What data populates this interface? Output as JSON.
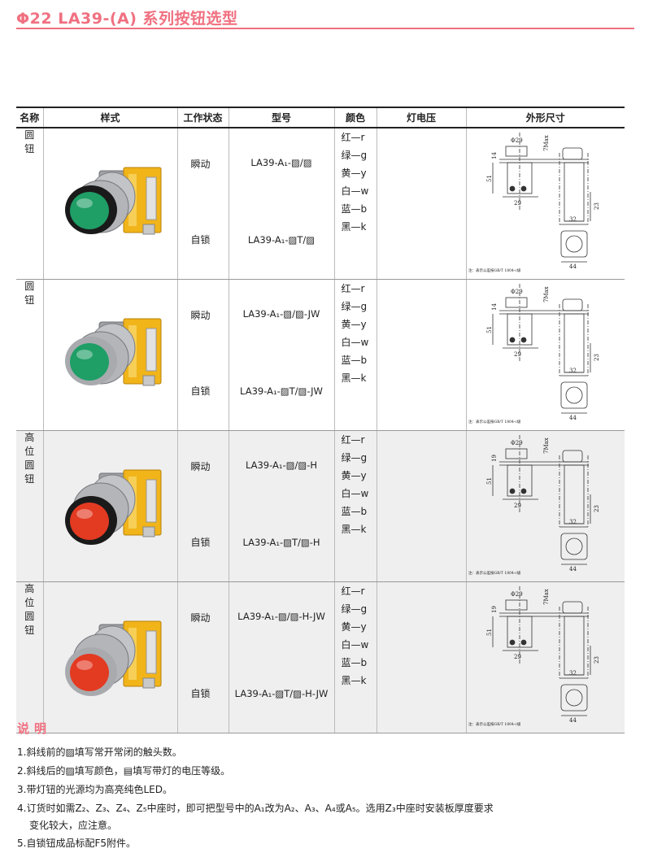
{
  "title": "Φ22 LA39-(A) 系列按钮选型",
  "table": {
    "headers": [
      "名称",
      "样式",
      "工作状态",
      "型号",
      "颜色",
      "灯电压",
      "外形尺寸"
    ],
    "rows": [
      {
        "name": "圆钮",
        "button_color": "#1f9e66",
        "ring": "black",
        "state1": "瞬动",
        "state2": "自锁",
        "model1": "LA39-A₁-▨/▨",
        "model2": "LA39-A₁-▨T/▨",
        "colors": [
          "红—r",
          "绿—g",
          "黄—y",
          "白—w",
          "蓝—b",
          "黑—k"
        ]
      },
      {
        "name": "圆钮",
        "button_color": "#1f9e66",
        "ring": "silver",
        "state1": "瞬动",
        "state2": "自锁",
        "model1": "LA39-A₁-▨/▨-JW",
        "model2": "LA39-A₁-▨T/▨-JW",
        "colors": [
          "红—r",
          "绿—g",
          "黄—y",
          "白—w",
          "蓝—b",
          "黑—k"
        ]
      },
      {
        "name": "高位圆钮",
        "button_color": "#e33a22",
        "ring": "black",
        "state1": "瞬动",
        "state2": "自锁",
        "model1": "LA39-A₁-▨/▨-H",
        "model2": "LA39-A₁-▨T/▨-H",
        "colors": [
          "红—r",
          "绿—g",
          "黄—y",
          "白—w",
          "蓝—b",
          "黑—k"
        ]
      },
      {
        "name": "高位圆钮",
        "button_color": "#e33a22",
        "ring": "silver",
        "state1": "瞬动",
        "state2": "自锁",
        "model1": "LA39-A₁-▨/▨-H-JW",
        "model2": "LA39-A₁-▨T/▨-H-JW",
        "colors": [
          "红—r",
          "绿—g",
          "黄—y",
          "白—w",
          "蓝—b",
          "黑—k"
        ]
      }
    ],
    "dims": [
      "Φ29",
      "7Max",
      "14",
      "51",
      "29",
      "23",
      "32",
      "44"
    ],
    "dims_tall": [
      "Φ29",
      "7Max",
      "19",
      "51",
      "29",
      "23",
      "32",
      "44"
    ],
    "dim_note": "注：表示公差按GB/T 1804-c级"
  },
  "notes": {
    "title": "说明",
    "items": [
      "1.斜线前的▨填写常开常闭的触头数。",
      "2.斜线后的▨填写颜色，▤填写带灯的电压等级。",
      "3.带灯钮的光源均为高亮纯色LED。",
      "4.订货时如需Z₂、Z₃、Z₄、Z₅中座时，即可把型号中的A₁改为A₂、A₃、A₄或A₅。选用Z₃中座时安装板厚度要求",
      "变化较大，应注意。",
      "5.自锁钮成品标配F5附件。"
    ]
  }
}
